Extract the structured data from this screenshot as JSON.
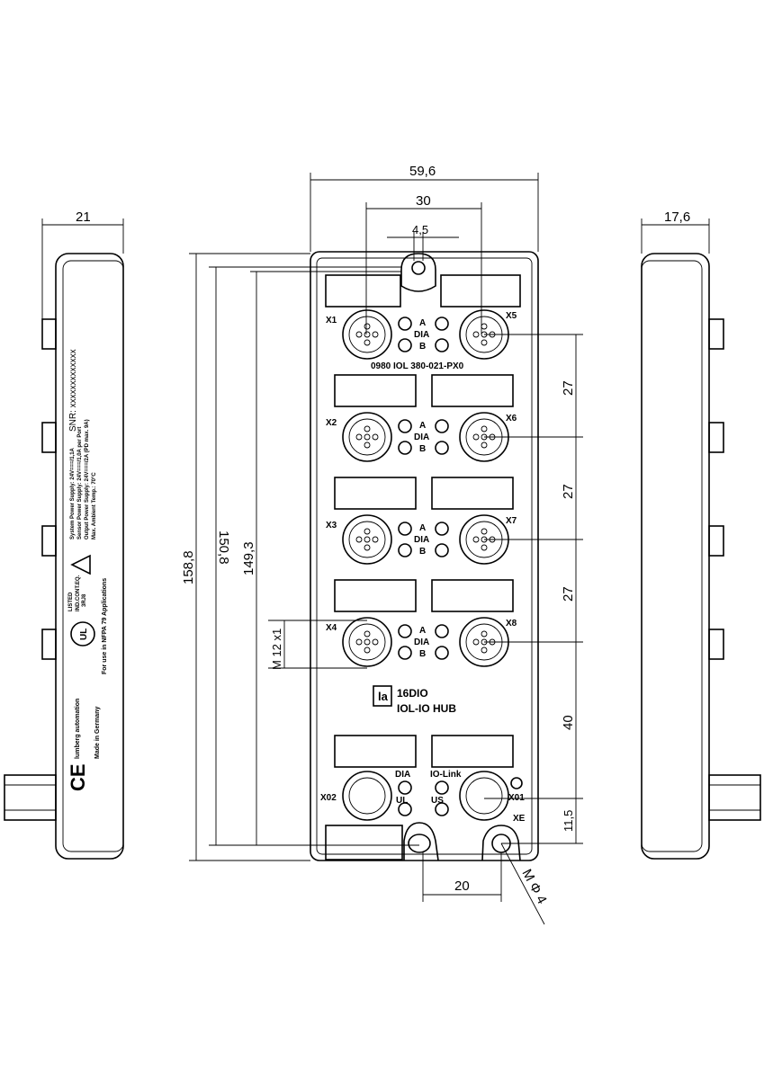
{
  "dimensions": {
    "side_left_depth": "21",
    "total_width": "59,6",
    "connector_pitch_x": "30",
    "slot_width": "4,5",
    "side_right_depth": "17,6",
    "total_height": "158,8",
    "hole_pitch_outer": "150,8",
    "hole_pitch_inner": "149,3",
    "thread": "M 12 x1",
    "row_pitch": "27",
    "gap_to_power": "40",
    "power_offset": "11,5",
    "bottom_hole_pitch": "20",
    "hole_diameter": "M Φ 4"
  },
  "front": {
    "part_number": "0980 IOL 380-021-PX0",
    "ports_left": [
      "X1",
      "X2",
      "X3",
      "X4"
    ],
    "ports_right": [
      "X5",
      "X6",
      "X7",
      "X8"
    ],
    "led_a": "A",
    "led_dia": "DIA",
    "led_b": "B",
    "product_line1": "16DIO",
    "product_line2": "IOL-IO HUB",
    "power_in": "X02",
    "power_out": "X01",
    "led_dia_power": "DIA",
    "led_iolink": "IO-Link",
    "led_ul": "UL",
    "led_us": "US",
    "earth": "XE"
  },
  "side_label": {
    "serial": "SNR: xxxxxxxxxxxxx",
    "spec1": "System Power Supply: 24V===/1,1A",
    "spec2": "Sensor Power Supply: 24V===/1,0A per Port",
    "spec3": "Output Power Supply: 24V===/2A (PD max. 9A)",
    "spec4": "Max. Ambient Temp.: 70°C",
    "listed": "LISTED",
    "listing_code": "IND.CONT.EQ.",
    "listing_num": "3RJ8",
    "nfpa": "For use in NFPA 79 Applications",
    "brand": "lumberg automation",
    "made_in": "Made in Germany"
  }
}
